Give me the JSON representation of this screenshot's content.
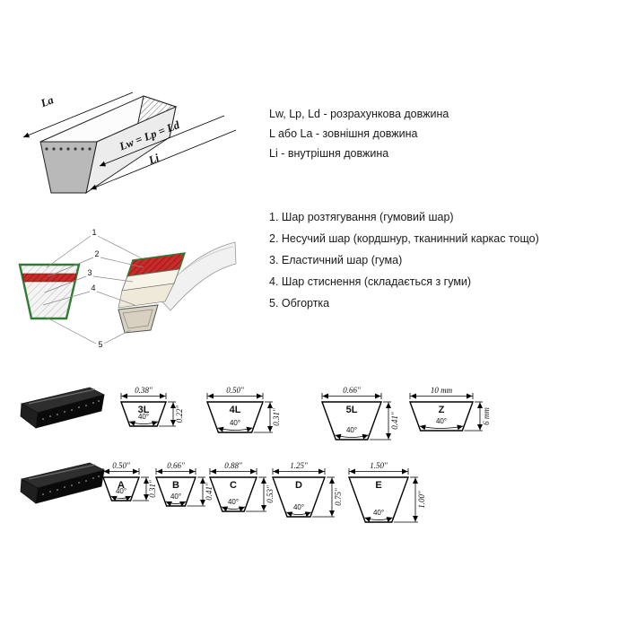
{
  "length_diagram": {
    "la_label": "La",
    "lw_label": "Lw = Lp = Ld",
    "li_label": "Li",
    "legend": [
      "Lw, Lp, Ld - розрахункова довжина",
      "L або La - зовнішня довжина",
      "Li - внутрішня довжина"
    ]
  },
  "layer_diagram": {
    "callouts": [
      "1",
      "2",
      "3",
      "4",
      "5"
    ],
    "legend": [
      "1. Шар розтягування (гумовий шар)",
      "2. Несучий шар (кордшнур, тканинний каркас тощо)",
      "3. Еластичний шар (гума)",
      "4. Шар стиснення (складається з гуми)",
      "5. Обгортка"
    ]
  },
  "profiles": {
    "angle": "40°",
    "row1": [
      {
        "name": "3L",
        "top": "0.38\"",
        "height": "0.22\""
      },
      {
        "name": "4L",
        "top": "0.50\"",
        "height": "0.31\""
      },
      {
        "name": "5L",
        "top": "0.66\"",
        "height": "0.41\""
      },
      {
        "name": "Z",
        "top": "10 mm",
        "height": "6 mm"
      }
    ],
    "row2": [
      {
        "name": "A",
        "top": "0.50\"",
        "height": "0.31\""
      },
      {
        "name": "B",
        "top": "0.66\"",
        "height": "0.41\""
      },
      {
        "name": "C",
        "top": "0.88\"",
        "height": "0.53\""
      },
      {
        "name": "D",
        "top": "1.25\"",
        "height": "0.75\""
      },
      {
        "name": "E",
        "top": "1.50\"",
        "height": "1.00\""
      }
    ]
  }
}
